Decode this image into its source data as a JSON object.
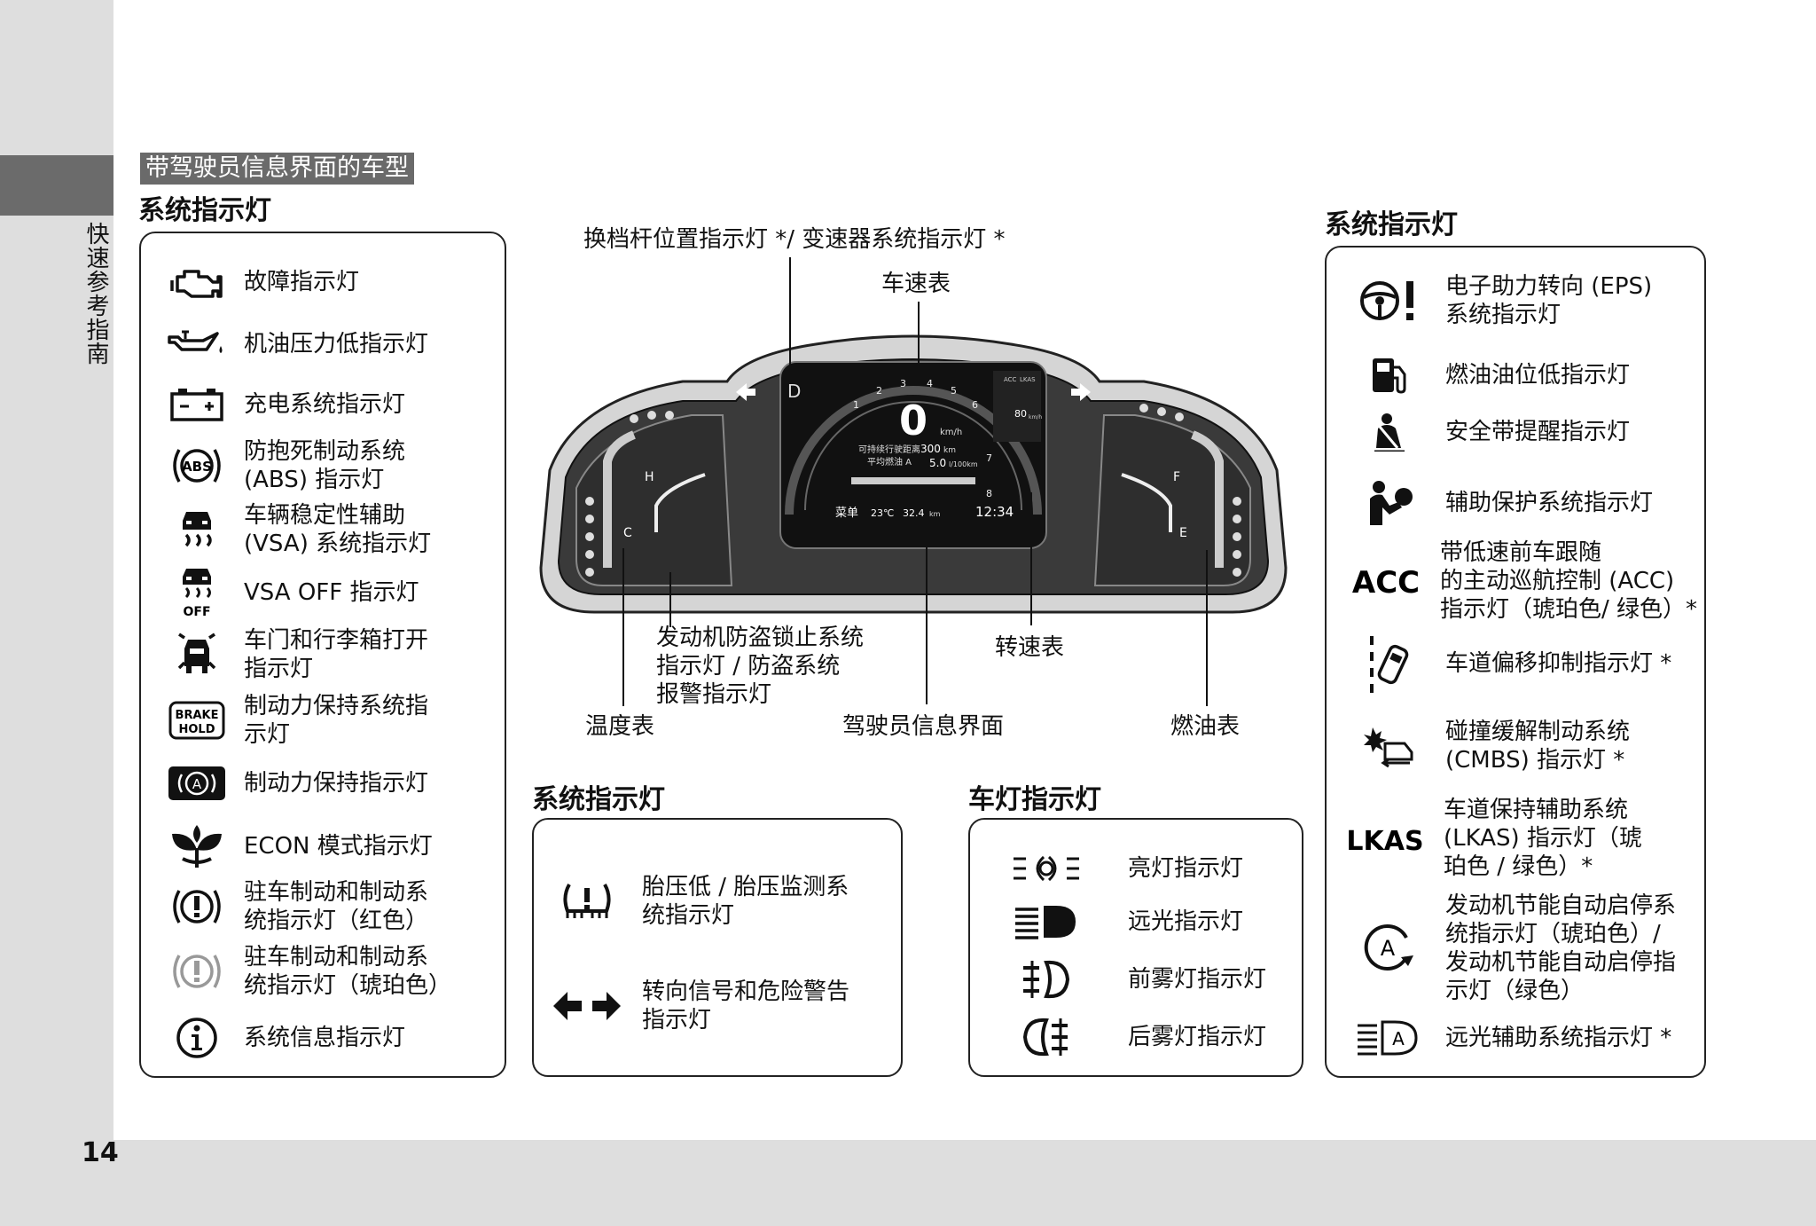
{
  "page": {
    "number": "14",
    "section_tab": "快速参考指南",
    "model_tag": "带驾驶员信息界面的车型"
  },
  "left_panel": {
    "title": "系统指示灯",
    "items": [
      {
        "icon": "check-engine-icon",
        "label": "故障指示灯"
      },
      {
        "icon": "oil-pressure-icon",
        "label": "机油压力低指示灯"
      },
      {
        "icon": "battery-icon",
        "label": "充电系统指示灯"
      },
      {
        "icon": "abs-icon",
        "label": "防抱死制动系统\n(ABS) 指示灯",
        "icon_text": "ABS"
      },
      {
        "icon": "vsa-icon",
        "label": "车辆稳定性辅助\n(VSA) 系统指示灯"
      },
      {
        "icon": "vsa-off-icon",
        "label": "VSA OFF 指示灯",
        "icon_text": "OFF"
      },
      {
        "icon": "door-open-icon",
        "label": "车门和行李箱打开\n指示灯"
      },
      {
        "icon": "brake-hold-icon",
        "label": "制动力保持系统指\n示灯",
        "icon_text": "BRAKE\nHOLD"
      },
      {
        "icon": "auto-hold-icon",
        "label": "制动力保持指示灯",
        "icon_text": "A"
      },
      {
        "icon": "econ-leaf-icon",
        "label": "ECON 模式指示灯"
      },
      {
        "icon": "brake-red-icon",
        "label": "驻车制动和制动系\n统指示灯（红色）"
      },
      {
        "icon": "brake-amber-icon",
        "label": "驻车制动和制动系\n统指示灯（琥珀色）"
      },
      {
        "icon": "info-icon",
        "label": "系统信息指示灯"
      }
    ]
  },
  "cluster": {
    "callouts": {
      "shift_indicator": "换档杆位置指示灯 */ 变速器系统指示灯 *",
      "speedometer": "车速表",
      "immobilizer": "发动机防盗锁止系统\n指示灯 / 防盗系统\n报警指示灯",
      "tachometer": "转速表",
      "temperature": "温度表",
      "driver_info": "驾驶员信息界面",
      "fuel": "燃油表"
    },
    "display": {
      "speed": "0",
      "speed_unit": "km/h",
      "range_label": "可持续行驶距离",
      "range_value": "300",
      "range_unit": "km",
      "avg_label": "平均燃油 A",
      "avg_value": "5.0",
      "avg_unit": "l/100km",
      "menu": "菜单",
      "temp": "23℃",
      "odo": "32.4",
      "odo_unit": "km",
      "clock": "12:34",
      "acc_speed": "80",
      "acc_unit": "km/h",
      "gear": "D",
      "tach_ticks": [
        "1",
        "2",
        "3",
        "4",
        "5",
        "6",
        "7",
        "8"
      ],
      "gauge_h": "H",
      "gauge_c": "C",
      "gauge_f": "F",
      "gauge_e": "E",
      "acc_label": "ACC",
      "lkas_label": "LKAS"
    }
  },
  "bottom_system": {
    "title": "系统指示灯",
    "items": [
      {
        "icon": "tpms-icon",
        "label": "胎压低 / 胎压监测系\n统指示灯"
      },
      {
        "icon": "turn-signal-icon",
        "label": "转向信号和危险警告\n指示灯"
      }
    ]
  },
  "light_panel": {
    "title": "车灯指示灯",
    "items": [
      {
        "icon": "lights-on-icon",
        "label": "亮灯指示灯"
      },
      {
        "icon": "high-beam-icon",
        "label": "远光指示灯"
      },
      {
        "icon": "front-fog-icon",
        "label": "前雾灯指示灯"
      },
      {
        "icon": "rear-fog-icon",
        "label": "后雾灯指示灯"
      }
    ]
  },
  "right_panel": {
    "title": "系统指示灯",
    "items": [
      {
        "icon": "eps-icon",
        "label": "电子助力转向 (EPS)\n系统指示灯"
      },
      {
        "icon": "fuel-low-icon",
        "label": "燃油油位低指示灯"
      },
      {
        "icon": "seatbelt-icon",
        "label": "安全带提醒指示灯"
      },
      {
        "icon": "srs-airbag-icon",
        "label": "辅助保护系统指示灯"
      },
      {
        "icon": "acc-icon",
        "label": "带低速前车跟随\n的主动巡航控制 (ACC)\n指示灯（琥珀色/ 绿色）*",
        "icon_text": "ACC"
      },
      {
        "icon": "lane-departure-icon",
        "label": "车道偏移抑制指示灯 *"
      },
      {
        "icon": "cmbs-icon",
        "label": "碰撞缓解制动系统\n(CMBS) 指示灯 *"
      },
      {
        "icon": "lkas-icon",
        "label": "车道保持辅助系统\n(LKAS) 指示灯（琥\n珀色 / 绿色）*",
        "icon_text": "LKAS"
      },
      {
        "icon": "auto-idle-stop-icon",
        "label": "发动机节能自动启停系\n统指示灯（琥珀色）/\n发动机节能自动启停指\n示灯（绿色）",
        "icon_text": "A"
      },
      {
        "icon": "auto-high-beam-icon",
        "label": "远光辅助系统指示灯 *",
        "icon_text": "A"
      }
    ]
  },
  "colors": {
    "sidebar": "#dedede",
    "tab": "#6b6b6b",
    "cluster_dark": "#2a2a2a",
    "cluster_frame": "#bdbdbd"
  }
}
